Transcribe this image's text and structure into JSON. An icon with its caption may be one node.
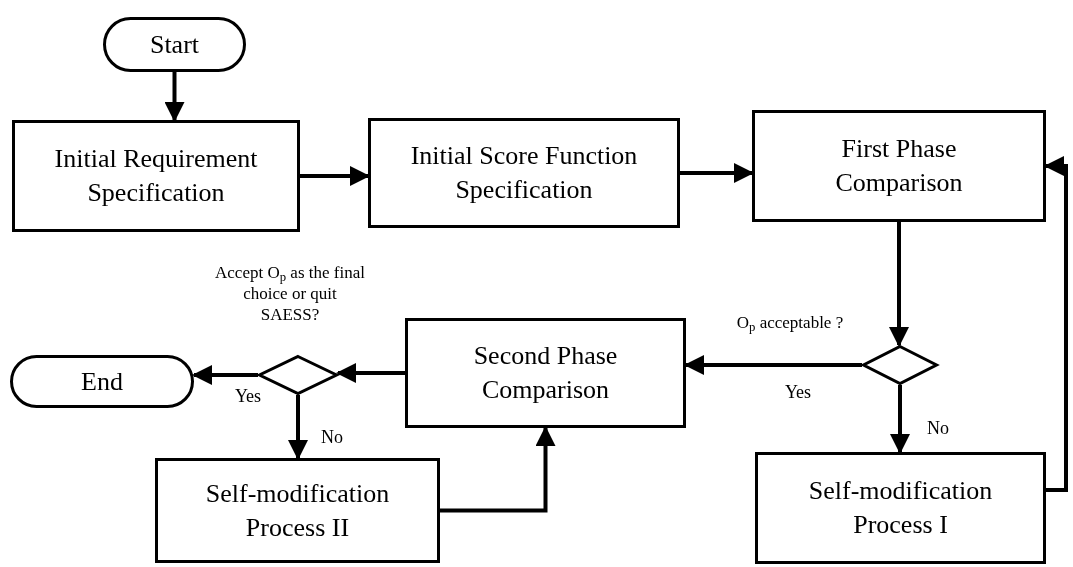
{
  "diagram": {
    "nodes": [
      {
        "text": [
          "Start"
        ]
      },
      {
        "text": [
          "Initial Requirement Specification"
        ]
      },
      {
        "text": [
          "Initial Score Function Specification"
        ]
      },
      {
        "text": [
          "First Phase Comparison"
        ]
      },
      {
        "text": [],
        "shape": "diamond",
        "beside": [
          "O$_{p}$ acceptable ?"
        ]
      },
      {
        "text": [
          "Second Phase Comparison"
        ]
      },
      {
        "text": [],
        "shape": "diamond",
        "beside": [
          "Accept O$_{p}$ as the final choice or quit SAESS?"
        ]
      },
      {
        "text": [
          "End"
        ]
      },
      {
        "text": [
          "Self-modification Process II"
        ]
      },
      {
        "text": [
          "Self-modification Process I"
        ]
      }
    ],
    "edges": [
      {
        "from": 0,
        "to": 1,
        "arrow": "to"
      },
      {
        "from": 1,
        "to": 2,
        "arrow": "to"
      },
      {
        "from": 2,
        "to": 3,
        "arrow": "to"
      },
      {
        "from": 3,
        "to": 4,
        "arrow": "to"
      },
      {
        "from": 4,
        "to": 5,
        "arrow": "to",
        "label": "Yes"
      },
      {
        "from": 4,
        "to": 9,
        "arrow": "to",
        "label": "No"
      },
      {
        "from": 5,
        "to": 6,
        "arrow": "to"
      },
      {
        "from": 6,
        "to": 7,
        "arrow": "to",
        "label": "Yes"
      },
      {
        "from": 6,
        "to": 8,
        "arrow": "to",
        "label": "No"
      },
      {
        "from": 8,
        "to": 5,
        "arrow": "to"
      },
      {
        "from": 9,
        "to": 3,
        "arrow": "to"
      }
    ]
  }
}
